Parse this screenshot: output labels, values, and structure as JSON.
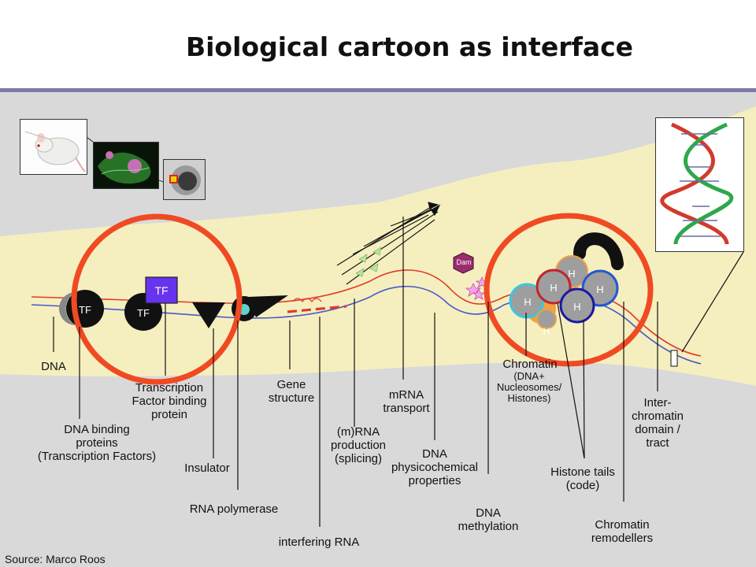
{
  "title": "Biological cartoon as interface",
  "source": "Source: Marco Roos",
  "labels": {
    "dna": "DNA",
    "tf_binding": "Transcription\nFactor binding\nprotein",
    "dna_binding": "DNA binding\nproteins\n(Transcription Factors)",
    "insulator": "Insulator",
    "rna_polymerase": "RNA polymerase",
    "gene_structure": "Gene\nstructure",
    "interfering_rna": "interfering RNA",
    "mrna_production": "(m)RNA\nproduction\n(splicing)",
    "mrna_transport": "mRNA\ntransport",
    "dna_physico": "DNA\nphysicochemical\nproperties",
    "dna_methylation": "DNA\nmethylation",
    "chromatin_a": "Chromatin",
    "chromatin_b": "(DNA+\nNucleosomes/\nHistones)",
    "histone_tails": "Histone tails\n(code)",
    "chromatin_remodellers": "Chromatin\nremodellers",
    "interchromatin": "Inter-\nchromatin\ndomain /\ntract"
  },
  "glyphs": {
    "tf": "TF",
    "h": "H",
    "dam": "Dam"
  },
  "colors": {
    "rule": "#7b7aa8",
    "background": "#d9d9d9",
    "cell_band": "#f5efbf",
    "highlight_circle": "#f04a23",
    "dna_red": "#e23a2a",
    "dna_blue": "#4a58c8",
    "tf_box": "#6633ee",
    "dam": "#9b2d6e"
  }
}
